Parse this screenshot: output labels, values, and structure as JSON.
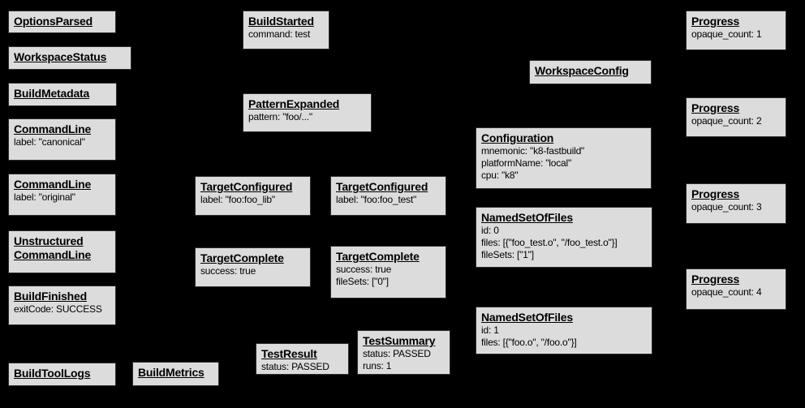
{
  "canvas": {
    "background": "#000000",
    "node_fill": "#dcdcdc",
    "node_border": "#2e2e2e",
    "text_color": "#000000"
  },
  "diagram": {
    "nodes": [
      {
        "title": "OptionsParsed",
        "lines": []
      },
      {
        "title": "WorkspaceStatus",
        "lines": []
      },
      {
        "title": "BuildMetadata",
        "lines": []
      },
      {
        "title": "CommandLine",
        "lines": [
          "label: \"canonical\""
        ]
      },
      {
        "title": "CommandLine",
        "lines": [
          "label: \"original\""
        ]
      },
      {
        "title": "Unstructured\nCommandLine",
        "lines": []
      },
      {
        "title": "BuildFinished",
        "lines": [
          "exitCode: SUCCESS"
        ]
      },
      {
        "title": "BuildToolLogs",
        "lines": []
      },
      {
        "title": "BuildMetrics",
        "lines": []
      },
      {
        "title": "BuildStarted",
        "lines": [
          "command: test"
        ]
      },
      {
        "title": "PatternExpanded",
        "lines": [
          "pattern: \"foo/...\""
        ]
      },
      {
        "title": "TargetConfigured",
        "lines": [
          "label: \"foo:foo_lib\""
        ]
      },
      {
        "title": "TargetConfigured",
        "lines": [
          "label: \"foo:foo_test\""
        ]
      },
      {
        "title": "TargetComplete",
        "lines": [
          "success: true"
        ]
      },
      {
        "title": "TargetComplete",
        "lines": [
          "success: true",
          "fileSets: [\"0\"]"
        ]
      },
      {
        "title": "TestResult",
        "lines": [
          "status: PASSED"
        ]
      },
      {
        "title": "TestSummary",
        "lines": [
          "status: PASSED",
          "runs: 1"
        ]
      },
      {
        "title": "WorkspaceConfig",
        "lines": []
      },
      {
        "title": "Configuration",
        "lines": [
          "mnemonic: \"k8-fastbuild\"",
          "platformName: \"local\"",
          "cpu: \"k8\""
        ]
      },
      {
        "title": "NamedSetOfFiles",
        "lines": [
          "id: 0",
          "files: [{\"foo_test.o\", \"/foo_test.o\"}]",
          "fileSets: [\"1\"]"
        ]
      },
      {
        "title": "NamedSetOfFiles",
        "lines": [
          "id: 1",
          "files: [{\"foo.o\", \"/foo.o\"}]"
        ]
      },
      {
        "title": "Progress",
        "lines": [
          "opaque_count: 1"
        ]
      },
      {
        "title": "Progress",
        "lines": [
          "opaque_count: 2"
        ]
      },
      {
        "title": "Progress",
        "lines": [
          "opaque_count: 3"
        ]
      },
      {
        "title": "Progress",
        "lines": [
          "opaque_count: 4"
        ]
      }
    ]
  }
}
